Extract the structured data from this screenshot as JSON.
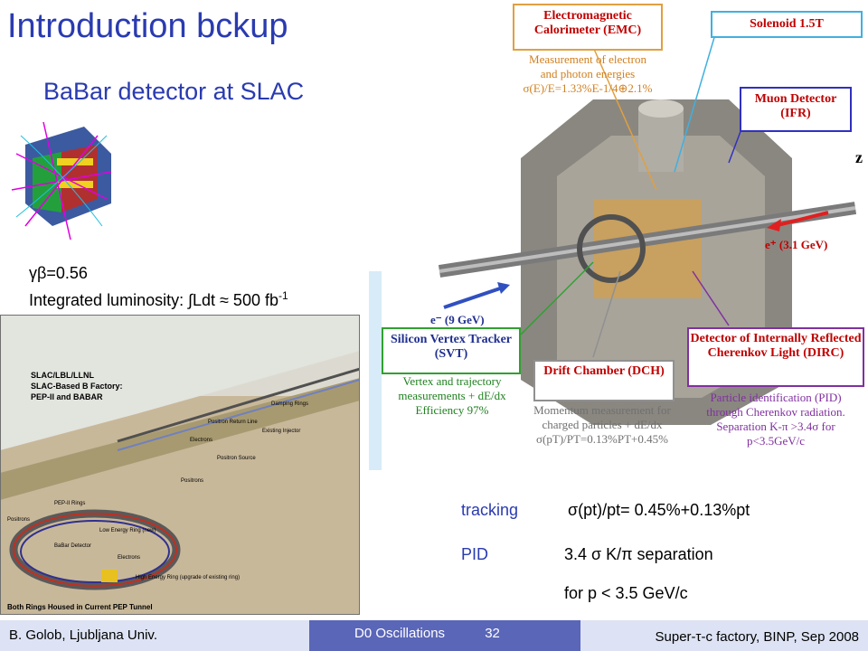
{
  "slide": {
    "title": "Introduction bckup",
    "subtitle": "BaBar detector at SLAC",
    "gamma_beta": "γβ=0.56",
    "lumi_prefix": "Integrated luminosity: ",
    "lumi_value": "∫Ldt ≈ 500 fb",
    "lumi_exp": "-1"
  },
  "pep": {
    "title_line1": "SLAC/LBL/LLNL",
    "title_line2": "SLAC-Based B Factory:",
    "title_line3": "PEP-II and BABAR",
    "labels": [
      "Damping Rings",
      "Positron Return Line",
      "Electrons",
      "Existing Injector",
      "Positron Source",
      "Positrons",
      "PEP-II Rings",
      "Positrons",
      "Low Energy Ring (new)",
      "BaBar Detector",
      "Electrons",
      "High Energy Ring (upgrade of existing ring)"
    ],
    "bottom_text": "Both Rings Housed in Current PEP Tunnel"
  },
  "detector": {
    "emc_title": "Electromagnetic Calorimeter (EMC)",
    "emc_desc1": "Measurement of electron",
    "emc_desc2": "and photon energies",
    "emc_desc3": "σ(E)/E=1.33%E-1/4⊕2.1%",
    "solenoid": "Solenoid 1.5T",
    "muon": "Muon Detector (IFR)",
    "z_label": "z",
    "eplus": "e⁺ (3.1 GeV)",
    "eminus": "e⁻ (9 GeV)",
    "svt_title": "Silicon Vertex Tracker (SVT)",
    "svt_desc1": "Vertex and trajectory",
    "svt_desc2": "measurements + dE/dx",
    "svt_desc3": "Efficiency 97%",
    "dch_title": "Drift Chamber (DCH)",
    "dch_desc1": "Momentum measurement for",
    "dch_desc2": "charged particles + dE/dx",
    "dch_desc3": "σ(pT)/PT=0.13%PT+0.45%",
    "dirc_title": "Detector of Internally Reflected Cherenkov Light (DIRC)",
    "dirc_desc1": "Particle identification (PID)",
    "dirc_desc2": "through Cherenkov radiation.",
    "dirc_desc3": "Separation K-π >3.4σ for",
    "dirc_desc4": "p<3.5GeV/c"
  },
  "info": {
    "tracking_label": "tracking",
    "tracking_value": "σ(pt)/pt= 0.45%+0.13%pt",
    "pid_label": "PID",
    "pid_value": "3.4 σ K/π separation",
    "pid_cond": "for p < 3.5 GeV/c"
  },
  "footer": {
    "left": "B. Golob, Ljubljana Univ.",
    "mid": "D0 Oscillations",
    "page": "32",
    "right": "Super-τ-c factory, BINP, Sep 2008"
  },
  "colors": {
    "title": "#2a3bb0",
    "footer_mid": "#5a66b8",
    "footer_side": "#dde3f4"
  }
}
